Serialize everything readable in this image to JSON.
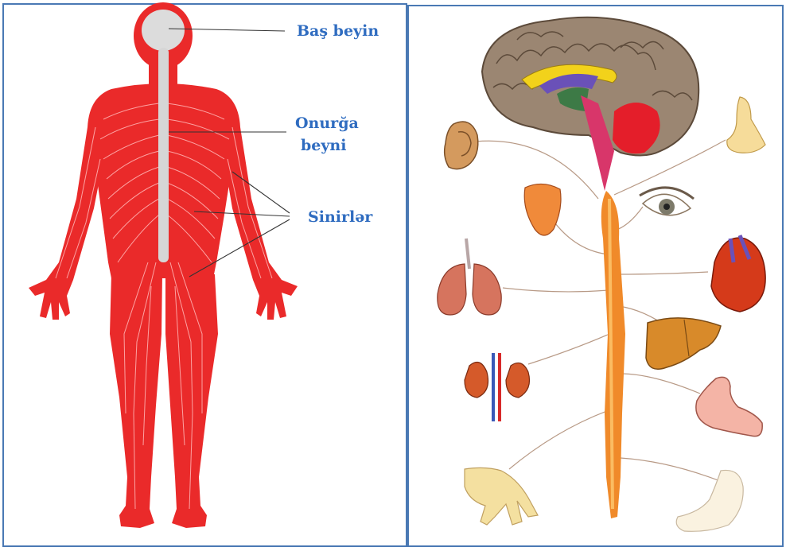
{
  "diagram": {
    "left_panel": {
      "labels": {
        "brain": "Baş beyin",
        "spinal_cord_line1": "Onurğa",
        "spinal_cord_line2": "beyni",
        "nerves": "Sinirlər"
      }
    },
    "colors": {
      "frame": "#4a79b4",
      "label": "#2f6cc0",
      "body": "#ea2a2a",
      "spine": "#f08a2a"
    }
  }
}
